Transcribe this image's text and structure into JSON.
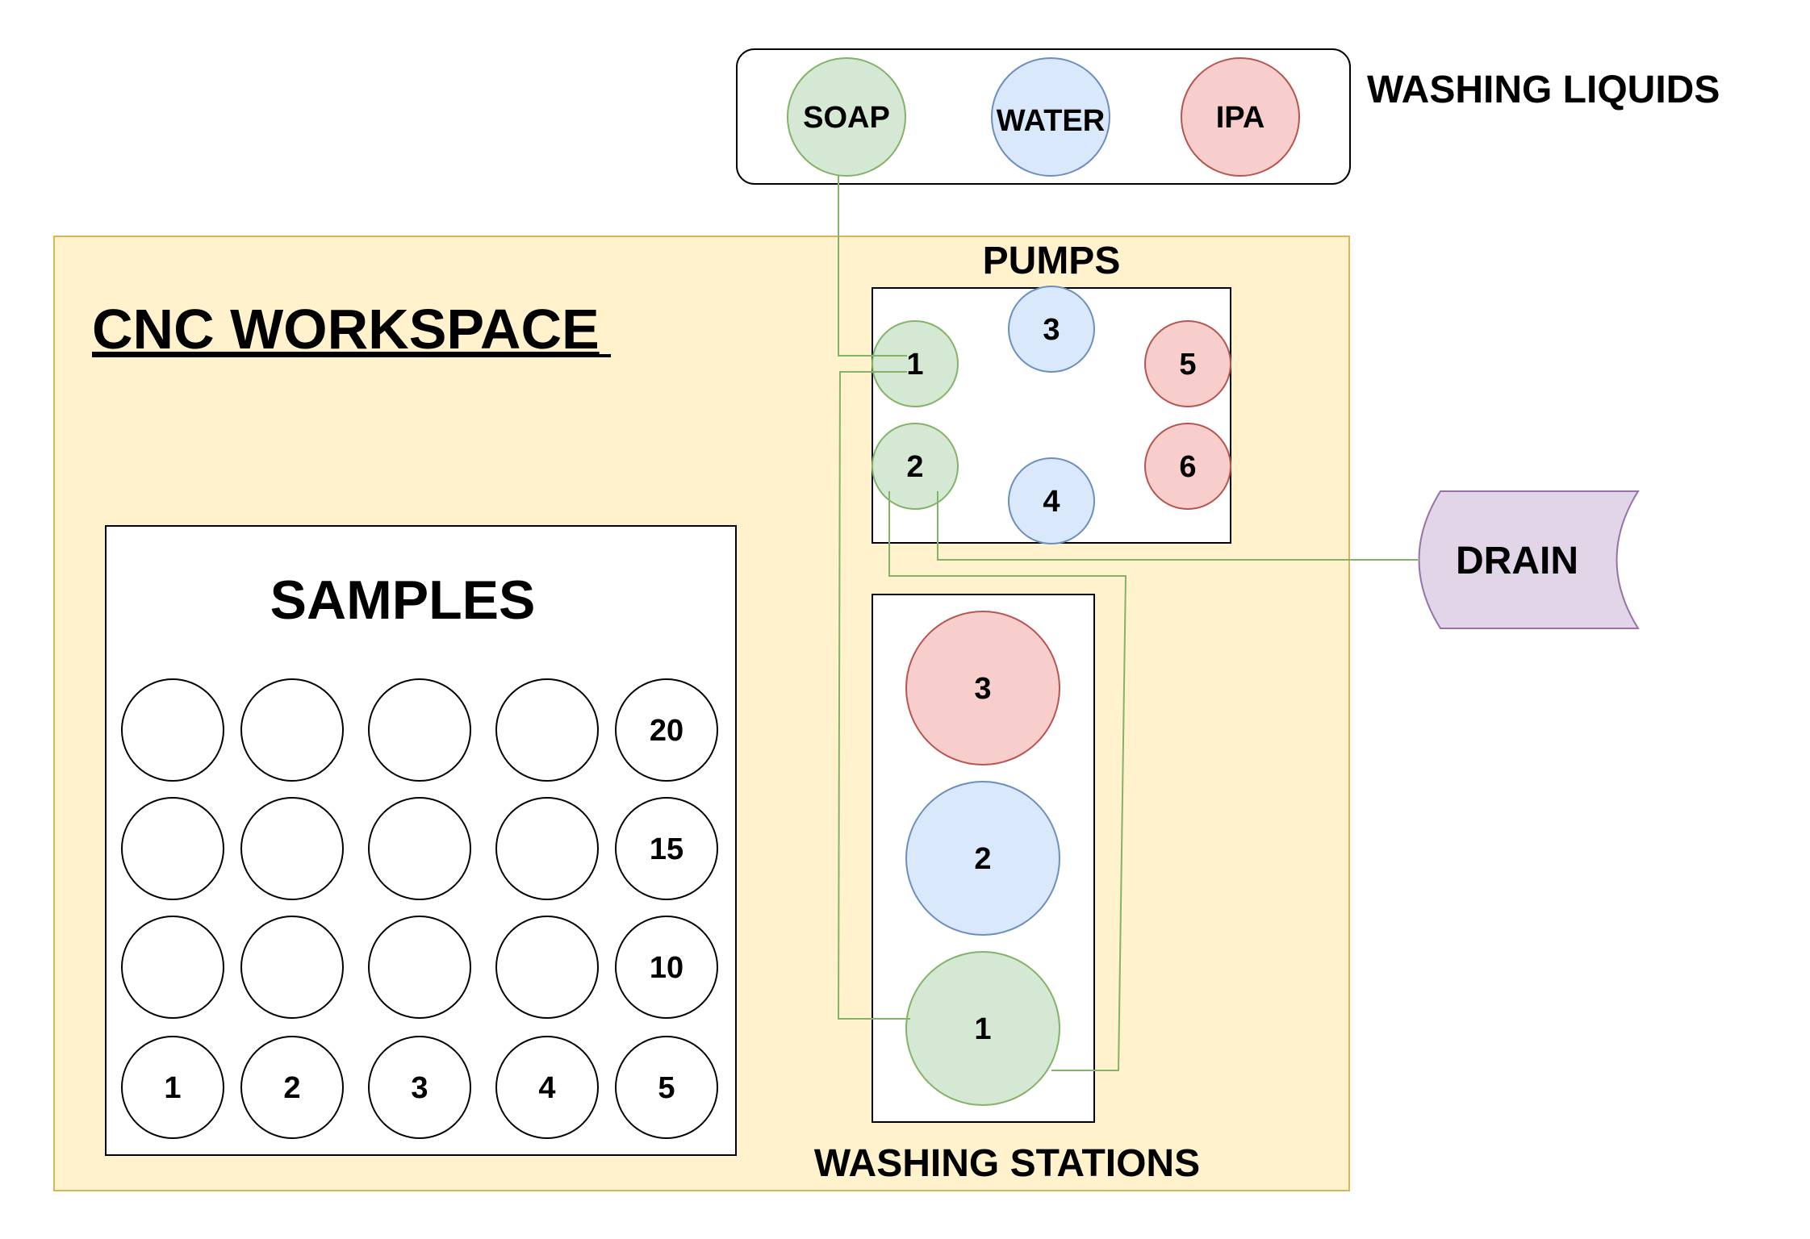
{
  "colors": {
    "green_fill": "#d5e8d4",
    "green_stroke": "#82b366",
    "blue_fill": "#dae8fc",
    "blue_stroke": "#6c8ebf",
    "red_fill": "#f8cecc",
    "red_stroke": "#b85450",
    "purple_fill": "#e1d5e7",
    "purple_stroke": "#9673a6",
    "workspace_fill": "#fff2cc",
    "workspace_stroke": "#d6b656",
    "line_color": "#82b366"
  },
  "liquids": {
    "title": "WASHING LIQUIDS",
    "items": [
      {
        "label": "SOAP",
        "color": "green"
      },
      {
        "label": "WATER",
        "color": "blue"
      },
      {
        "label": "IPA",
        "color": "red"
      }
    ]
  },
  "workspace": {
    "title": "CNC WORKSPACE"
  },
  "pumps": {
    "title": "PUMPS",
    "items": [
      {
        "label": "1",
        "color": "green"
      },
      {
        "label": "2",
        "color": "green"
      },
      {
        "label": "3",
        "color": "blue"
      },
      {
        "label": "4",
        "color": "blue"
      },
      {
        "label": "5",
        "color": "red"
      },
      {
        "label": "6",
        "color": "red"
      }
    ]
  },
  "stations": {
    "title": "WASHING STATIONS",
    "items": [
      {
        "label": "3",
        "color": "red"
      },
      {
        "label": "2",
        "color": "blue"
      },
      {
        "label": "1",
        "color": "green"
      }
    ]
  },
  "samples": {
    "title": "SAMPLES",
    "rows": [
      [
        "",
        "",
        "",
        "",
        "20"
      ],
      [
        "",
        "",
        "",
        "",
        "15"
      ],
      [
        "",
        "",
        "",
        "",
        "10"
      ],
      [
        "1",
        "2",
        "3",
        "4",
        "5"
      ]
    ]
  },
  "drain": {
    "label": "DRAIN"
  }
}
